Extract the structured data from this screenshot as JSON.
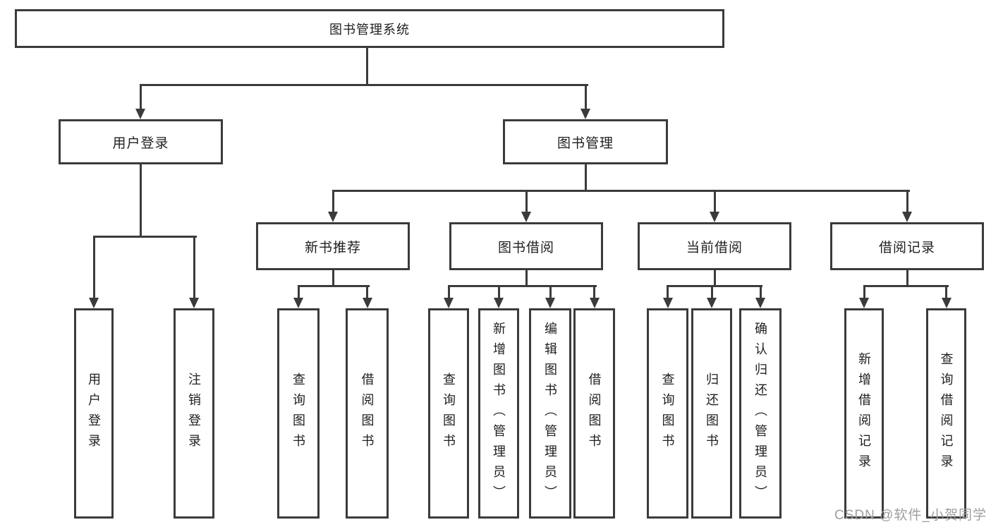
{
  "diagram": {
    "root": {
      "id": "root",
      "label": "图书管理系统"
    },
    "level2": [
      {
        "id": "login",
        "label": "用户登录"
      },
      {
        "id": "mgmt",
        "label": "图书管理"
      }
    ],
    "level3": [
      {
        "id": "rec",
        "label": "新书推荐"
      },
      {
        "id": "borrow",
        "label": "图书借阅"
      },
      {
        "id": "current",
        "label": "当前借阅"
      },
      {
        "id": "record",
        "label": "借阅记录"
      }
    ],
    "leaves": [
      {
        "id": "user-login",
        "label": "用户登录"
      },
      {
        "id": "logout-login",
        "label": "注销登录"
      },
      {
        "id": "search-book-rec",
        "label": "查询图书"
      },
      {
        "id": "borrow-book-rec",
        "label": "借阅图书"
      },
      {
        "id": "search-book-borrow",
        "label": "查询图书"
      },
      {
        "id": "add-book-admin",
        "label": "新增图书（管理员）"
      },
      {
        "id": "edit-book-admin",
        "label": "编辑图书（管理员）"
      },
      {
        "id": "borrow-book",
        "label": "借阅图书"
      },
      {
        "id": "search-book-current",
        "label": "查询图书"
      },
      {
        "id": "return-book",
        "label": "归还图书"
      },
      {
        "id": "confirm-return-admin",
        "label": "确认归还（管理员）"
      },
      {
        "id": "add-borrow-record",
        "label": "新增借阅记录"
      },
      {
        "id": "search-borrow-record",
        "label": "查询借阅记录"
      }
    ],
    "watermark": "CSDN @软件_小贺同学",
    "colors": {
      "line": "#3b3b3b",
      "text": "#1f1f1f",
      "watermark": "#9e9e9e",
      "background": "#ffffff"
    }
  }
}
